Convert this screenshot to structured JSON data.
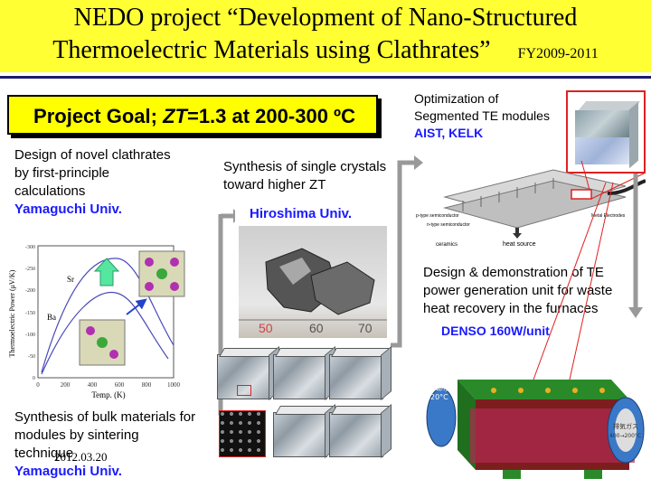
{
  "header": {
    "title_line1": "NEDO project    “Development of Nano-Structured",
    "title_line2": "Thermoelectric Materials using Clathrates”",
    "period": "FY2009-2011"
  },
  "goal": {
    "prefix": "Project Goal; ",
    "zt": "ZT",
    "suffix": "=1.3 at 200-300 ºC"
  },
  "design": {
    "lines": [
      "Design of novel clathrates",
      "by first-principle",
      "calculations"
    ],
    "org": "Yamaguchi Univ."
  },
  "synth_crystal": {
    "lines": [
      "Synthesis of single crystals",
      "toward  higher ZT"
    ],
    "org": "Hiroshima Univ."
  },
  "optimization": {
    "lines": [
      "Optimization of",
      "Segmented TE modules"
    ],
    "org": "AIST,  KELK"
  },
  "demo": {
    "lines": [
      "Design & demonstration of TE",
      "power generation unit for waste",
      "heat recovery in the furnaces"
    ],
    "org": "DENSO  160W/unit"
  },
  "bulk": {
    "lines": [
      "Synthesis of bulk materials for",
      "modules by sintering",
      "technique"
    ],
    "org": "Yamaguchi Univ.",
    "date": "2012.03.20"
  },
  "graph": {
    "ylabel": "Thermoelectric Power (μV/K)",
    "xlabel": "Temp. (K)",
    "x_ticks": [
      "0",
      "200",
      "400",
      "600",
      "800",
      "1000"
    ],
    "y_ticks": [
      "-300",
      "-250",
      "-200",
      "-150",
      "-100",
      "-50",
      "0"
    ],
    "series_sr": "Sr",
    "series_ba": "Ba"
  },
  "module_diagram": {
    "p_label": "p-type semiconductor",
    "n_label": "n-type semiconductor",
    "ceramics": "ceramics",
    "heat_source": "heat source",
    "electrodes": "Metal Electrodes"
  },
  "unit_diagram": {
    "coolant": "冷却水",
    "coolant_temp": "20°C",
    "exhaust": "排気ガス",
    "exhaust_temp": "400→200°C"
  },
  "ruler_marks": [
    "50",
    "60",
    "70"
  ],
  "colors": {
    "header_bg": "#ffff33",
    "goal_bg": "#ffff00",
    "org_blue": "#1a1aff",
    "highlight_red": "#e02020"
  }
}
